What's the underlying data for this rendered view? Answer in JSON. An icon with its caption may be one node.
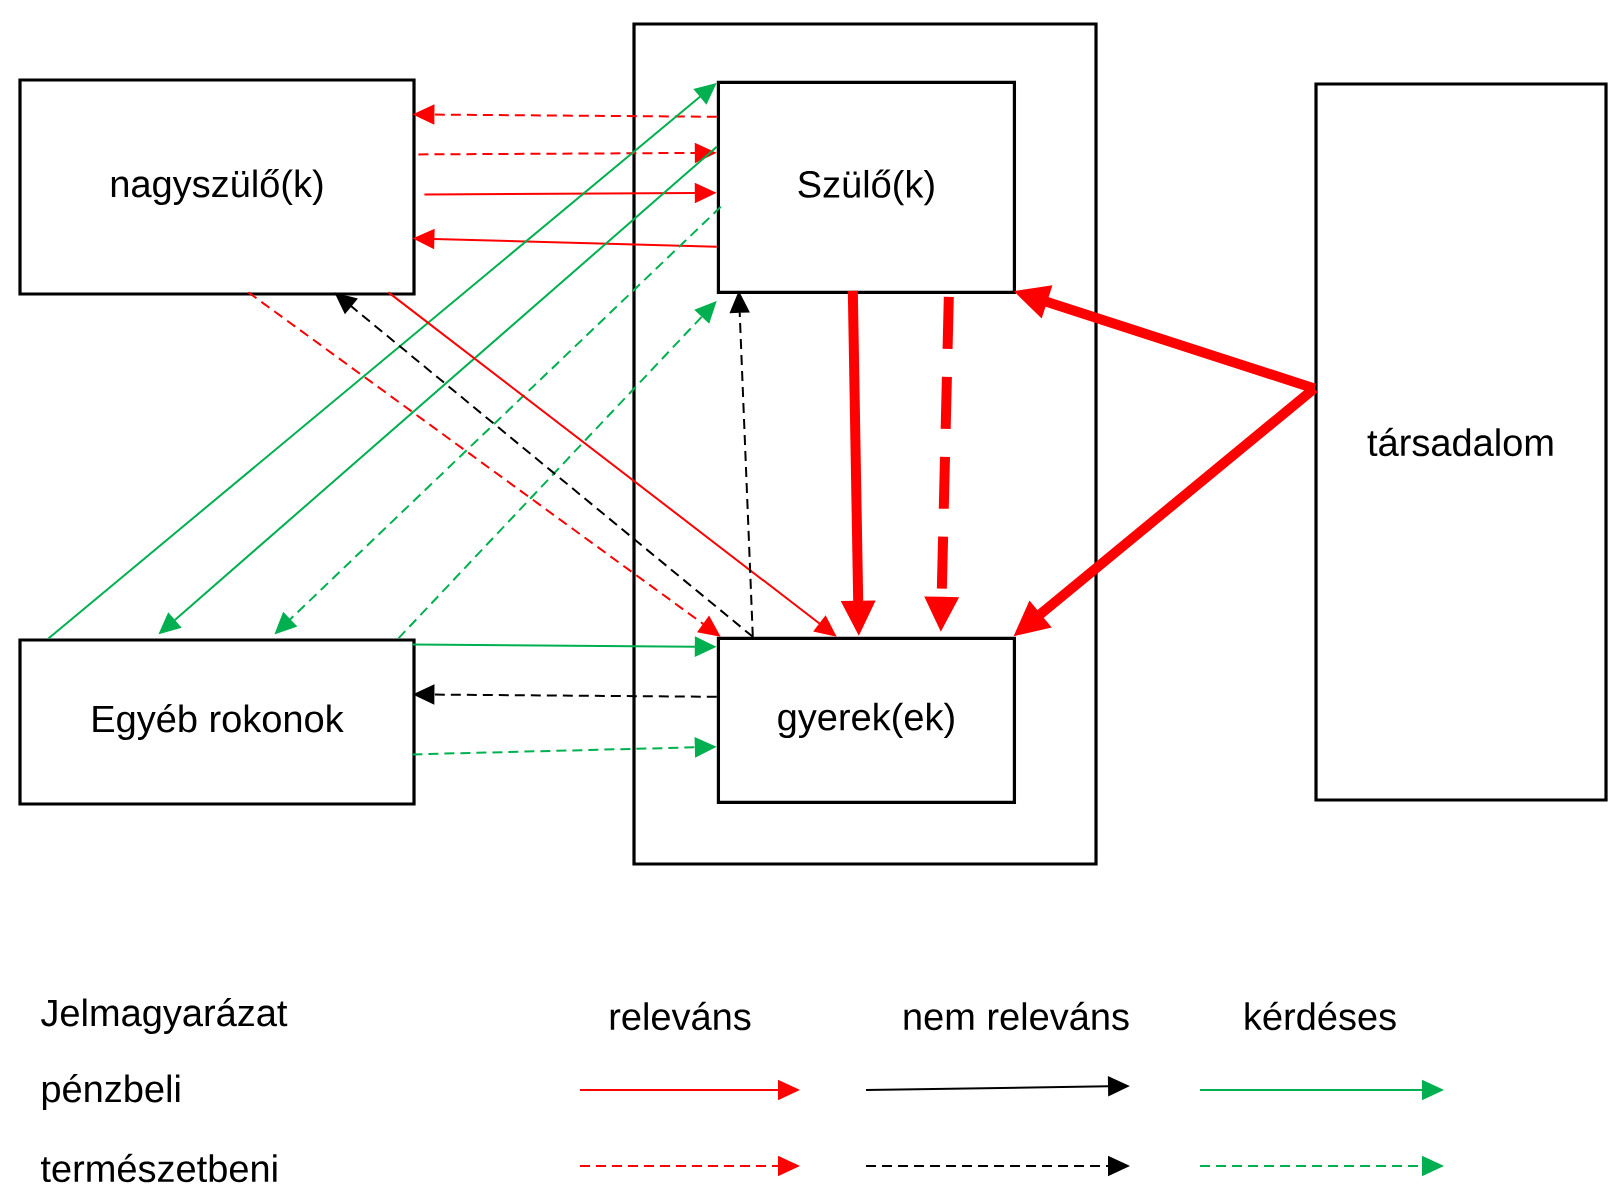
{
  "diagram": {
    "nodes": [
      {
        "text": [
          "nagyszülő(k)"
        ]
      },
      {
        "text": [],
        "shape": "box"
      },
      {
        "text": [
          "Szülő(k)"
        ],
        "in": 1
      },
      {
        "text": [
          "társadalom"
        ]
      },
      {
        "text": [
          "Egyéb rokonok"
        ]
      },
      {
        "text": [
          "gyerek(ek)"
        ],
        "in": 1
      }
    ],
    "edges": [
      {
        "from": 2,
        "to": 0,
        "arrow": "to",
        "style": "dashed"
      },
      {
        "from": 0,
        "to": 2,
        "arrow": "to",
        "style": "dashed"
      },
      {
        "from": 0,
        "to": 2,
        "arrow": "to"
      },
      {
        "from": 2,
        "to": 0,
        "arrow": "to"
      },
      {
        "from": 4,
        "to": 2,
        "arrow": "to",
        "color": "#00b050"
      },
      {
        "from": 2,
        "to": 4,
        "arrow": "to",
        "color": "#00b050"
      },
      {
        "from": 2,
        "to": 4,
        "arrow": "to",
        "style": "dashed",
        "color": "#00b050"
      },
      {
        "from": 4,
        "to": 2,
        "arrow": "to",
        "style": "dashed",
        "color": "#00b050"
      },
      {
        "from": 0,
        "to": 5,
        "arrow": "to",
        "style": "dashed"
      },
      {
        "from": 5,
        "to": 0,
        "arrow": "to",
        "style": "dashed",
        "color": "#000000"
      },
      {
        "from": 0,
        "to": 5,
        "arrow": "to"
      },
      {
        "from": 5,
        "to": 2,
        "arrow": "to",
        "style": "dashed",
        "color": "#000000"
      },
      {
        "from": 2,
        "to": 5,
        "arrow": "to",
        "style": "thick"
      },
      {
        "from": 2,
        "to": 5,
        "arrow": "to",
        "style": "dashed"
      },
      {
        "from": 3,
        "to": 2,
        "arrow": "to",
        "style": "thick"
      },
      {
        "from": 3,
        "to": 5,
        "arrow": "to",
        "style": "thick"
      },
      {
        "from": 4,
        "to": 5,
        "arrow": "to",
        "color": "#00b050"
      },
      {
        "from": 5,
        "to": 4,
        "arrow": "to",
        "style": "dashed",
        "color": "#000000"
      },
      {
        "from": 4,
        "to": 5,
        "arrow": "to",
        "style": "dashed",
        "color": "#00b050"
      }
    ],
    "labels": [
      "Jelmagyarázat",
      "releváns",
      "nem releváns",
      "kérdéses",
      "pénzbeli",
      "természetbeni"
    ]
  }
}
